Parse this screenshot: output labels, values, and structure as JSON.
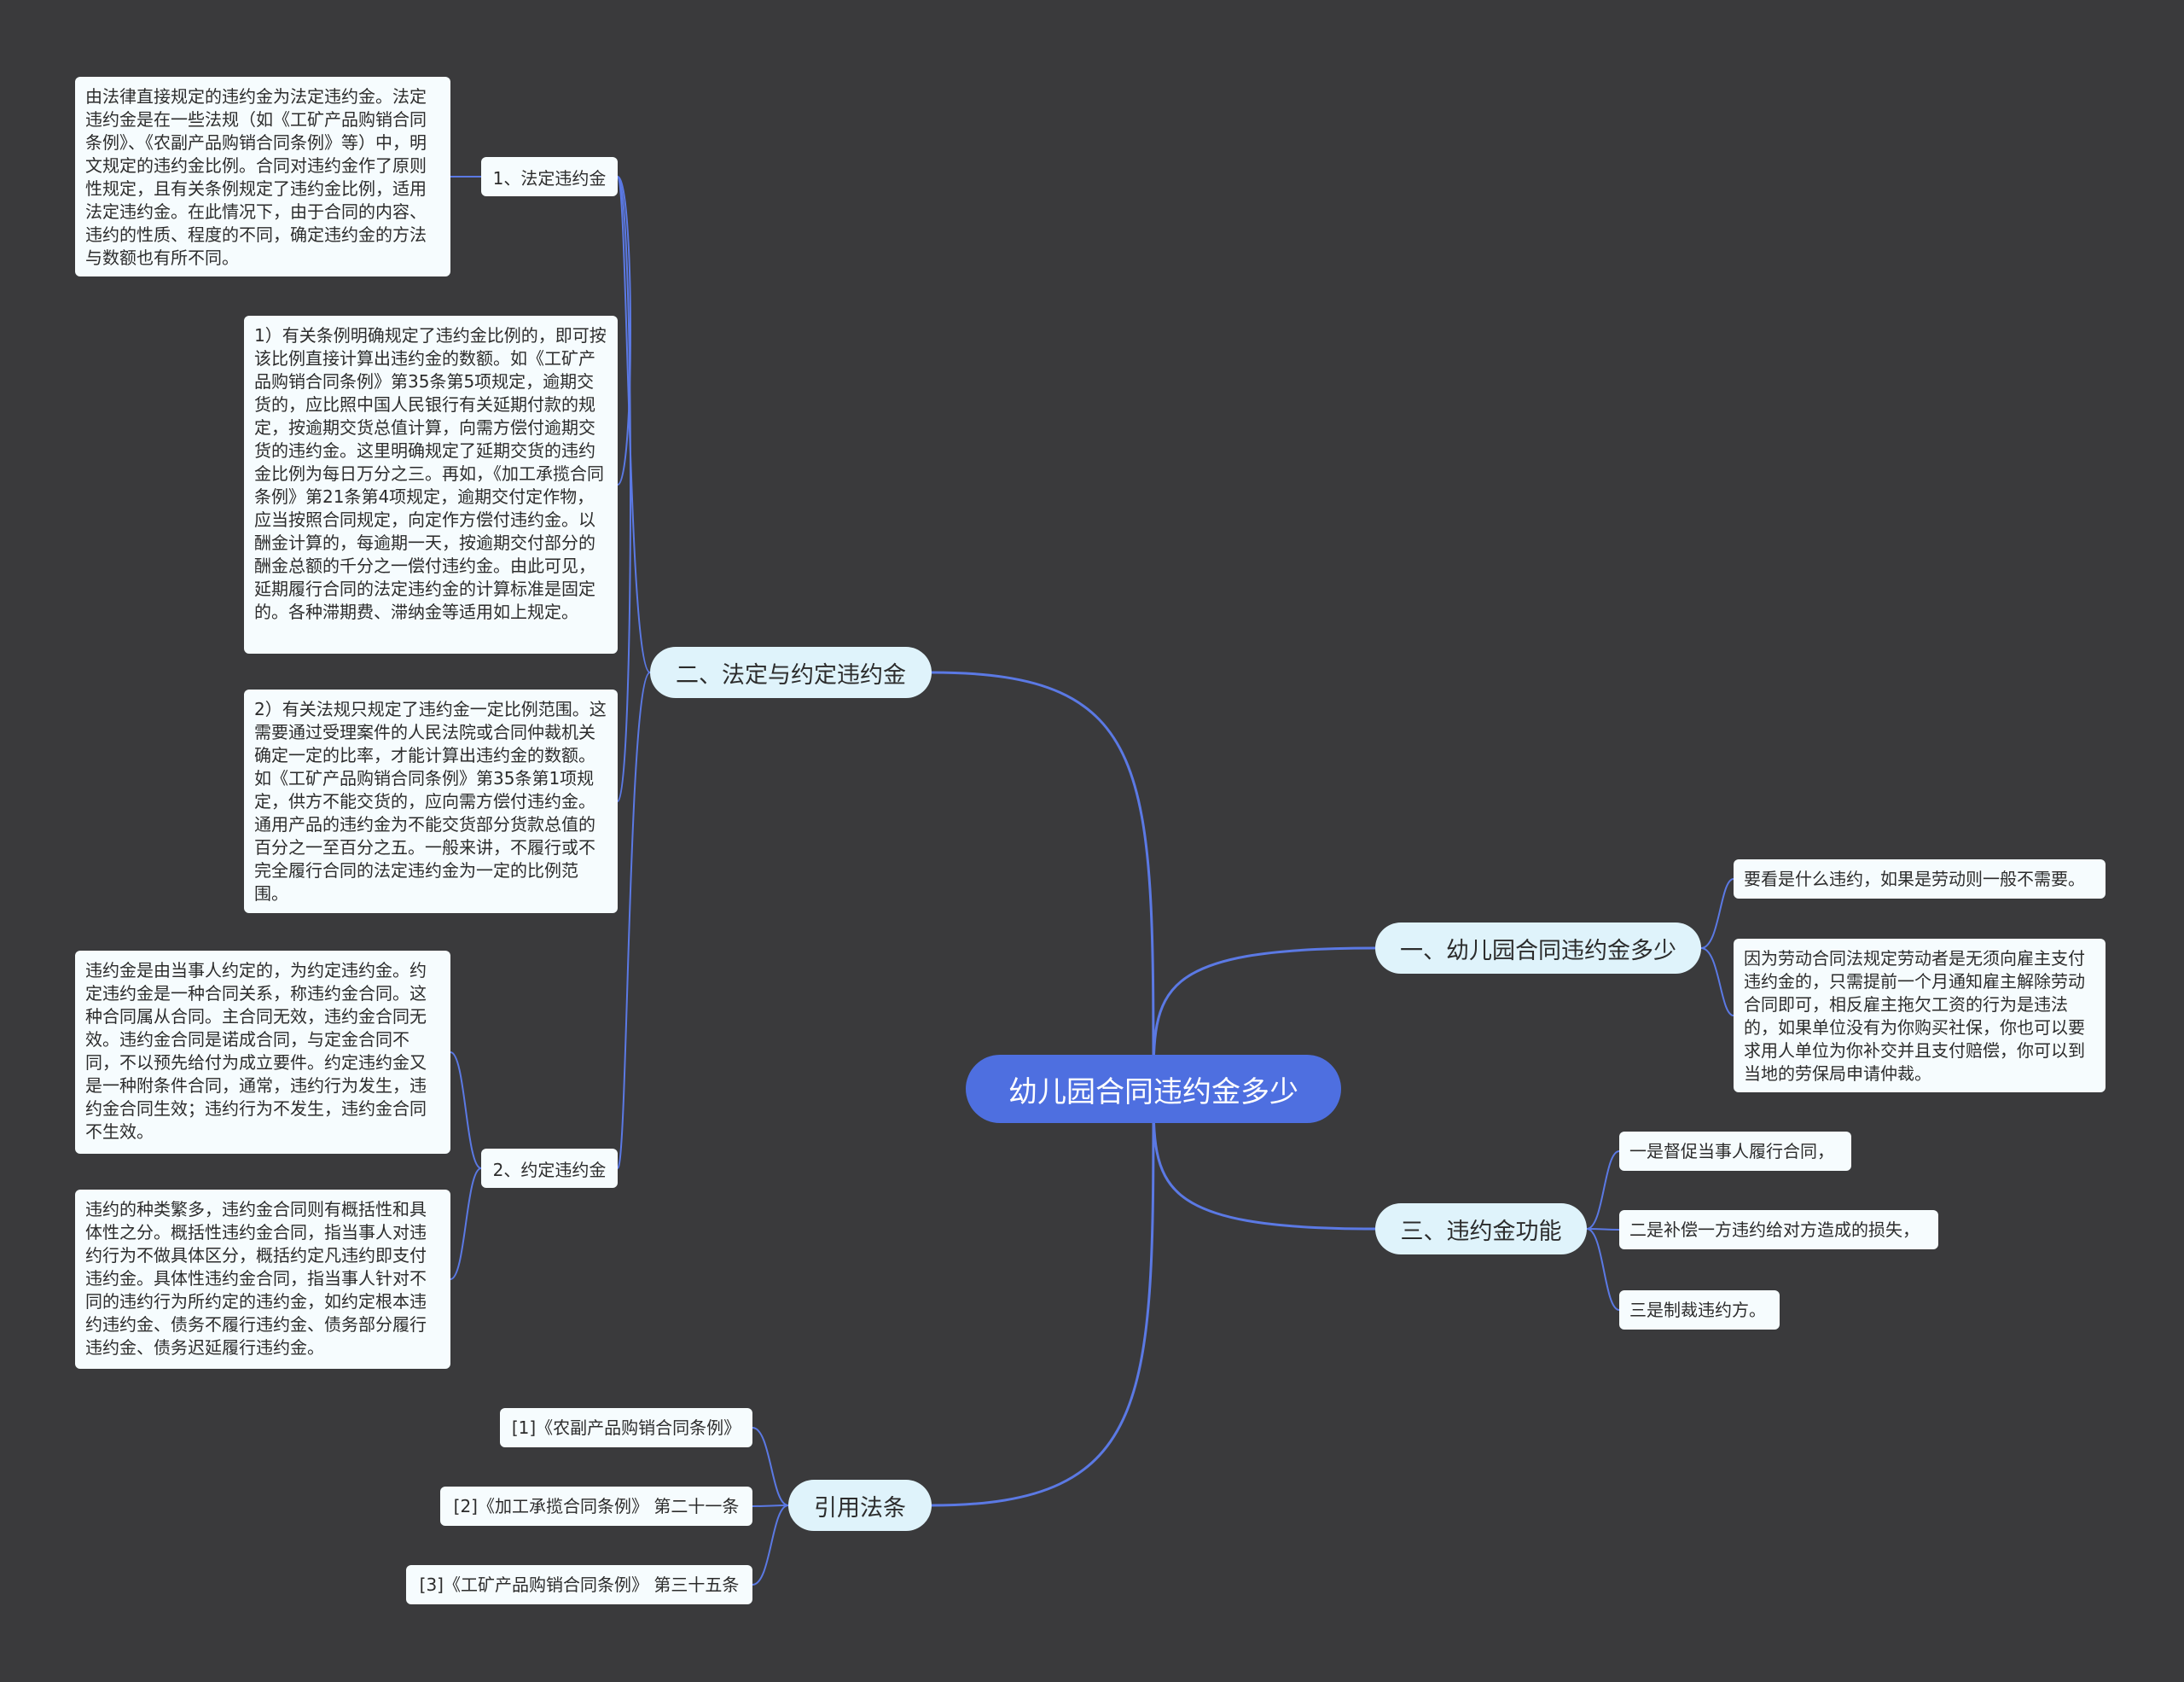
{
  "colors": {
    "background": "#3a3a3c",
    "root": "#4e6fe0",
    "main_topic": "#dff3fb",
    "leaf": "#f6fcfe",
    "connector": "#5b79e4"
  },
  "root": {
    "text": "幼儿园合同违约金多少"
  },
  "topics": {
    "t1": {
      "title": "一、幼儿园合同违约金多少",
      "items": [
        "要看是什么违约，如果是劳动则一般不需要。",
        "因为劳动合同法规定劳动者是无须向雇主支付违约金的，只需提前一个月通知雇主解除劳动合同即可，相反雇主拖欠工资的行为是违法的，如果单位没有为你购买社保，你也可以要求用人单位为你补交并且支付赔偿，你可以到当地的劳保局申请仲裁。"
      ]
    },
    "t2": {
      "title": "二、法定与约定违约金",
      "sub1": {
        "label": "1、法定违约金",
        "items": [
          "由法律直接规定的违约金为法定违约金。法定违约金是在一些法规（如《工矿产品购销合同条例》、《农副产品购销合同条例》等）中，明文规定的违约金比例。合同对违约金作了原则性规定，且有关条例规定了违约金比例，适用法定违约金。在此情况下，由于合同的内容、违约的性质、程度的不同，确定违约金的方法与数额也有所不同。",
          "1）有关条例明确规定了违约金比例的，即可按该比例直接计算出违约金的数额。如《工矿产品购销合同条例》第35条第5项规定，逾期交货的，应比照中国人民银行有关延期付款的规定，按逾期交货总值计算，向需方偿付逾期交货的违约金。这里明确规定了延期交货的违约金比例为每日万分之三。再如，《加工承揽合同条例》第21条第4项规定，逾期交付定作物，应当按照合同规定，向定作方偿付违约金。以酬金计算的，每逾期一天，按逾期交付部分的酬金总额的千分之一偿付违约金。由此可见，延期履行合同的法定违约金的计算标准是固定的。各种滞期费、滞纳金等适用如上规定。",
          "2）有关法规只规定了违约金一定比例范围。这需要通过受理案件的人民法院或合同仲裁机关确定一定的比率，才能计算出违约金的数额。如《工矿产品购销合同条例》第35条第1项规定，供方不能交货的，应向需方偿付违约金。通用产品的违约金为不能交货部分货款总值的百分之一至百分之五。一般来讲，不履行或不完全履行合同的法定违约金为一定的比例范围。"
        ]
      },
      "sub2": {
        "label": "2、约定违约金",
        "items": [
          "违约金是由当事人约定的，为约定违约金。约定违约金是一种合同关系，称违约金合同。这种合同属从合同。主合同无效，违约金合同无效。违约金合同是诺成合同，与定金合同不同，不以预先给付为成立要件。约定违约金又是一种附条件合同，通常，违约行为发生，违约金合同生效；违约行为不发生，违约金合同不生效。",
          "违约的种类繁多，违约金合同则有概括性和具体性之分。概括性违约金合同，指当事人对违约行为不做具体区分，概括约定凡违约即支付违约金。具体性违约金合同，指当事人针对不同的违约行为所约定的违约金，如约定根本违约违约金、债务不履行违约金、债务部分履行违约金、债务迟延履行违约金。"
        ]
      }
    },
    "t3": {
      "title": "三、违约金功能",
      "items": [
        "一是督促当事人履行合同，",
        "二是补偿一方违约给对方造成的损失，",
        "三是制裁违约方。"
      ]
    },
    "t4": {
      "title": "引用法条",
      "items": [
        "[1]《农副产品购销合同条例》",
        "[2]《加工承揽合同条例》 第二十一条",
        "[3]《工矿产品购销合同条例》 第三十五条"
      ]
    }
  }
}
